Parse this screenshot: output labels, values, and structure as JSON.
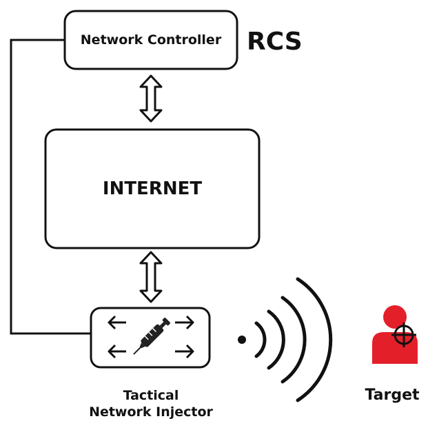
{
  "controller": {
    "label": "Network Controller",
    "system": "RCS"
  },
  "internet": {
    "label": "INTERNET"
  },
  "injector": {
    "line1": "Tactical",
    "line2": "Network Injector"
  },
  "target": {
    "label": "Target"
  },
  "colors": {
    "target": "#e3202a",
    "stroke": "#111111"
  },
  "icons": {
    "injector": "syringe-icon",
    "target": "target-person-icon",
    "wireless": "wireless-signal-icon"
  }
}
